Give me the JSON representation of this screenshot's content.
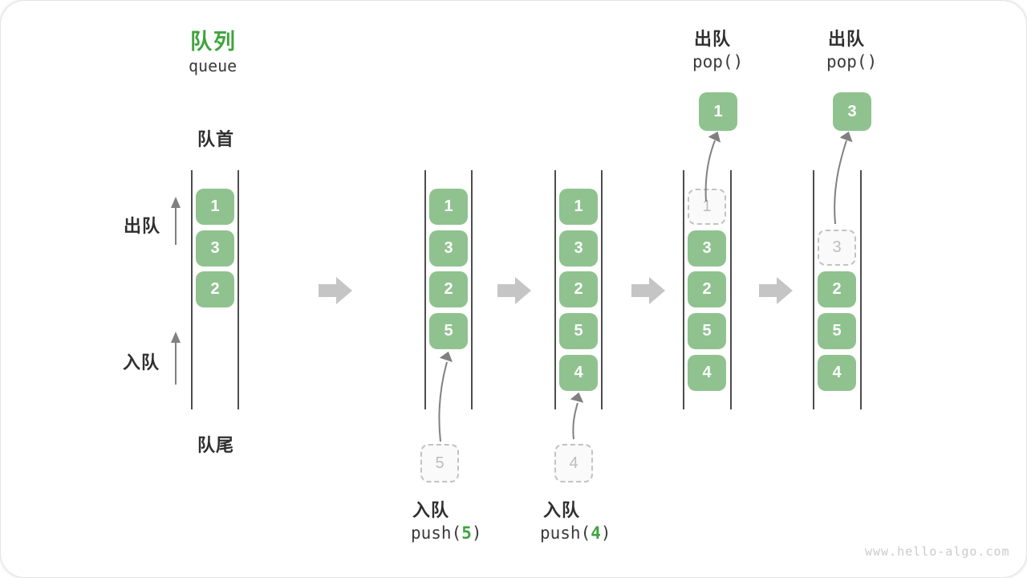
{
  "header": {
    "title": "队列",
    "subtitle": "queue"
  },
  "labels": {
    "front": "队首",
    "rear": "队尾",
    "dequeue": "出队",
    "enqueue": "入队"
  },
  "colors": {
    "accent-green": "#3fa43f",
    "box-green": "#8fc28f",
    "label-dark": "#333333",
    "wall-gray": "#4d4d4d",
    "thin-arrow-gray": "#808080",
    "block-arrow-gray": "#c5c5c5",
    "dashed-border": "#c2c2c2",
    "dashed-text": "#bdbdbd",
    "watermark-gray": "#cbcbcb"
  },
  "states": [
    {
      "items": [
        "1",
        "3",
        "2"
      ]
    },
    {
      "items": [
        "1",
        "3",
        "2",
        "5"
      ],
      "pending": "5",
      "op_label": "入队",
      "code": {
        "prefix": "push(",
        "arg": "5",
        "suffix": ")"
      }
    },
    {
      "items": [
        "1",
        "3",
        "2",
        "5",
        "4"
      ],
      "pending": "4",
      "op_label": "入队",
      "code": {
        "prefix": "push(",
        "arg": "4",
        "suffix": ")"
      }
    },
    {
      "items": [
        "3",
        "2",
        "5",
        "4"
      ],
      "removed": "1",
      "popped": "1",
      "op_label": "出队",
      "code_text": "pop()"
    },
    {
      "items": [
        "2",
        "5",
        "4"
      ],
      "removed": "3",
      "popped": "3",
      "op_label": "出队",
      "code_text": "pop()"
    }
  ],
  "watermark": "www.hello-algo.com"
}
